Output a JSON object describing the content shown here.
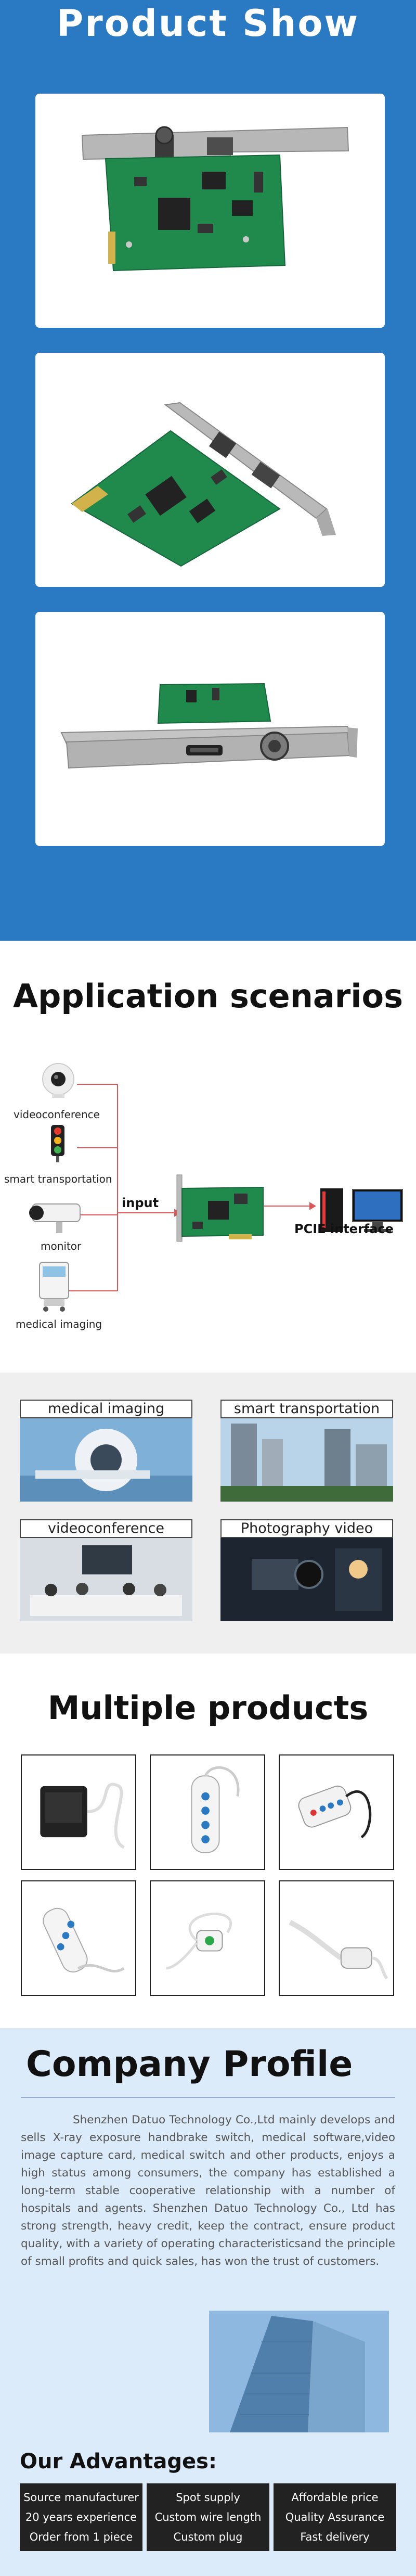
{
  "product_show": {
    "title": "Product Show",
    "cards": [
      {
        "view": "top"
      },
      {
        "view": "angled"
      },
      {
        "view": "side"
      }
    ]
  },
  "applications": {
    "title": "Application scenarios",
    "devices": [
      "videoconference",
      "smart transportation",
      "monitor",
      "medical imaging"
    ],
    "input_label": "input",
    "output_label": "PCIE interface",
    "line_color": "#e05555"
  },
  "photos": [
    {
      "caption": "medical imaging"
    },
    {
      "caption": "smart transportation"
    },
    {
      "caption": "videoconference"
    },
    {
      "caption": "Photography video"
    }
  ],
  "multiple_products": {
    "title": "Multiple products"
  },
  "company": {
    "title": "Company Profile",
    "text": "Shenzhen Datuo Technology Co.,Ltd mainly develops and sells X-ray exposure handbrake switch, medical software,video image capture card, medical switch and other products, enjoys a high status among consumers, the company has established a long-term stable cooperative relationship with a number of hospitals and agents. Shenzhen Datuo Technology Co., Ltd has strong strength, heavy credit, keep the contract, ensure product quality, with a variety of operating characteristicsand the principle of small profits and quick sales, has won the trust of customers.",
    "advantages_title": "Our Advantages:",
    "advantages": [
      {
        "lines": [
          "Source manufacturer",
          "20 years experience",
          "Order from 1 piece"
        ]
      },
      {
        "lines": [
          "Spot supply",
          "Custom wire length",
          "Custom plug"
        ]
      },
      {
        "lines": [
          "Affordable price",
          "Quality Assurance",
          "Fast delivery"
        ]
      }
    ]
  },
  "colors": {
    "header_blue": "#2a79c3",
    "pcb_green": "#1f8a4c",
    "profile_bg": "#dcebfa"
  }
}
